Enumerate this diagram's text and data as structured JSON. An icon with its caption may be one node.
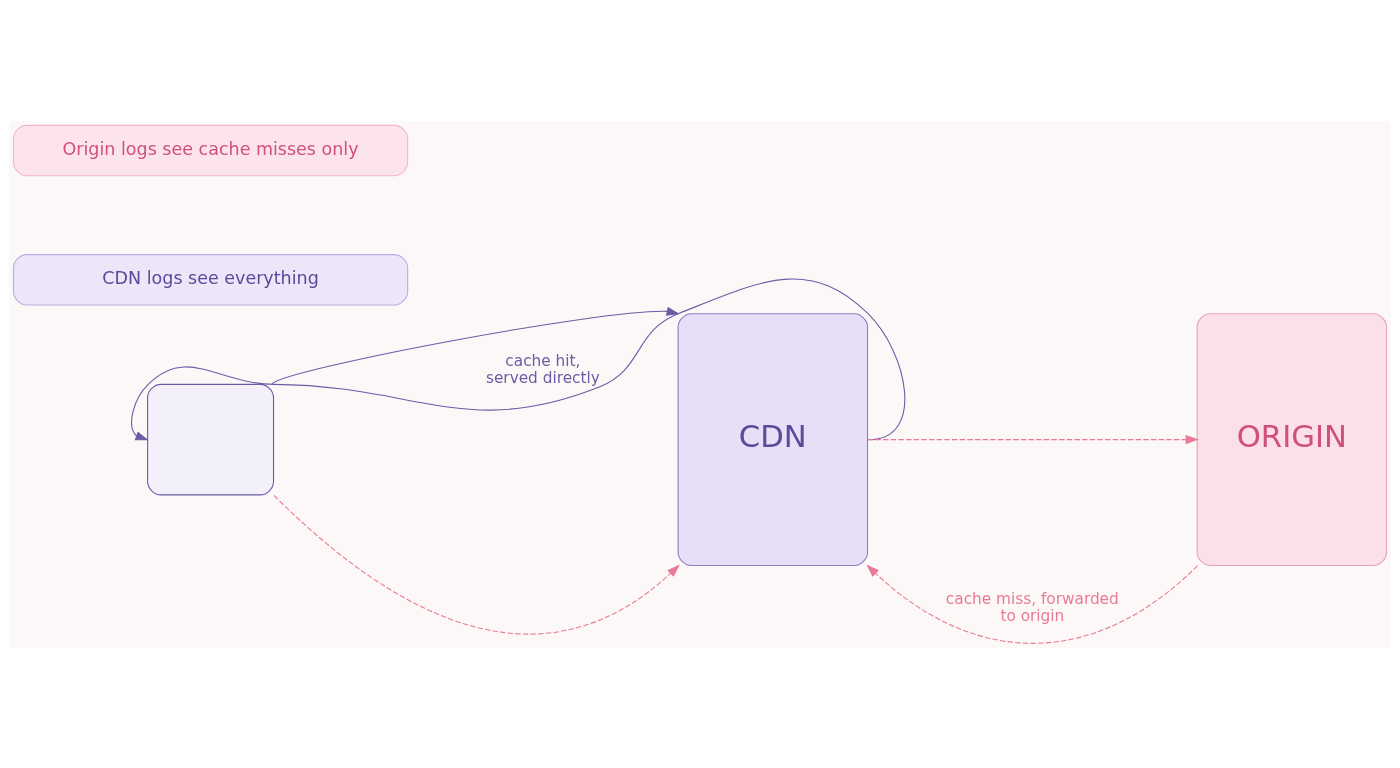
{
  "diagram": {
    "nodes": [
      {
        "text": [],
        "shape": "robot"
      },
      {
        "text": [
          "CDN"
        ]
      },
      {
        "text": [
          "ORIGIN"
        ]
      },
      {
        "text": [
          "CDN logs see everything"
        ]
      },
      {
        "text": [
          "Origin logs see cache misses only"
        ]
      }
    ],
    "edges": [
      {
        "from": 0,
        "to": 1,
        "arrow": "to",
        "color": "#6b5ca5"
      },
      {
        "from": 1,
        "to": 0,
        "arrow": "to",
        "label": "cache hit, served directly",
        "color": "#6b5ca5"
      },
      {
        "from": 0,
        "to": 1,
        "arrow": "to",
        "style": "dashed",
        "color": "#e8799a"
      },
      {
        "from": 1,
        "to": 2,
        "arrow": "to",
        "style": "dashed",
        "color": "#e8799a"
      },
      {
        "from": 2,
        "to": 1,
        "arrow": "to",
        "label": "cache miss, forwarded to origin",
        "style": "dashed",
        "color": "#e8799a"
      }
    ]
  }
}
